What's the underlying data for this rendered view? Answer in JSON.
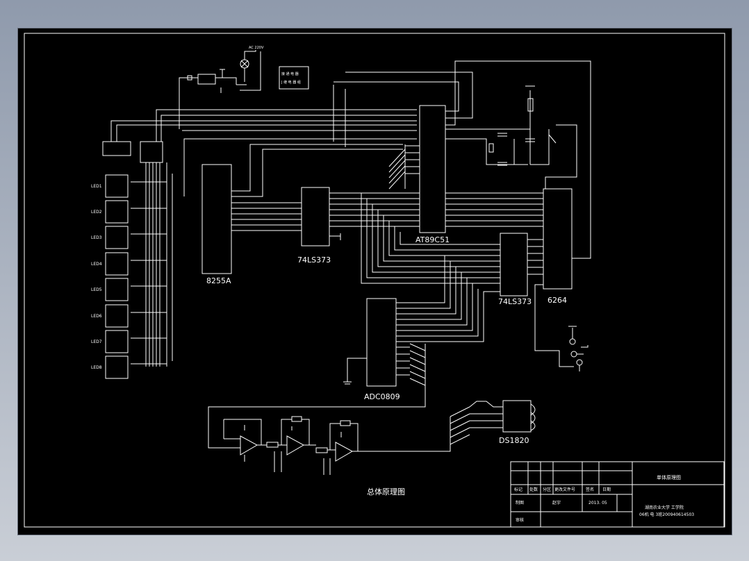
{
  "drawing": {
    "title": "总体原理图",
    "chips": {
      "mcu": "AT89C51",
      "ppi": "8255A",
      "latch1": "74LS373",
      "latch2": "74LS373",
      "ram": "6264",
      "adc": "ADC0809",
      "sensor": "DS1820"
    },
    "leds": [
      "LED1",
      "LED2",
      "LED3",
      "LED4",
      "LED5",
      "LED6",
      "LED7",
      "LED8"
    ],
    "power": {
      "ac": "AC 220V",
      "note_line1": "接 通 电 器",
      "note_line2": "J 继 电 器 组"
    }
  },
  "title_block": {
    "drawing_name": "单体原理图",
    "headers": [
      "标记",
      "处数",
      "分区",
      "更改文件号",
      "签名",
      "日期"
    ],
    "row_drawn": {
      "label": "制图",
      "name": "赵宇",
      "date": "2013. 05"
    },
    "row_check": {
      "label": "审核"
    },
    "school": "湖南农业大学 工学院",
    "class_id": "06机 电 3班200940614503"
  }
}
